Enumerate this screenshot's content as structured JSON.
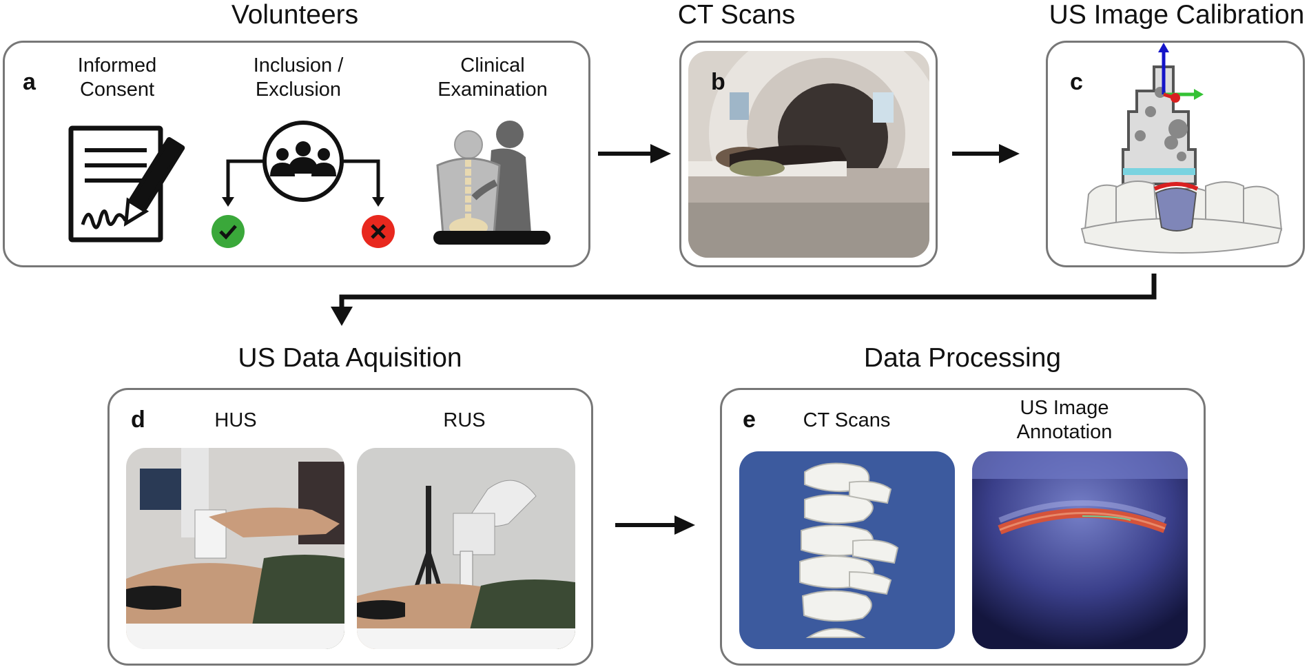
{
  "stages": {
    "volunteers": {
      "title": "Volunteers",
      "letter": "a",
      "items": [
        {
          "line1": "Informed",
          "line2": "Consent"
        },
        {
          "line1": "Inclusion /",
          "line2": "Exclusion"
        },
        {
          "line1": "Clinical",
          "line2": "Examination"
        }
      ]
    },
    "ct_scans": {
      "title": "CT Scans",
      "letter": "b"
    },
    "calibration": {
      "title": "US Image Calibration",
      "letter": "c"
    },
    "acquisition": {
      "title": "US Data Aquisition",
      "letter": "d",
      "sublabels": [
        "HUS",
        "RUS"
      ]
    },
    "processing": {
      "title": "Data Processing",
      "letter": "e",
      "sublabels": [
        "CT Scans",
        "US Image",
        "Annotation"
      ]
    }
  },
  "colors": {
    "border": "#777777",
    "check": "#3aa83a",
    "cross": "#e8281e",
    "ct_background": "#3c5a9e",
    "annotation": "#d5533a"
  },
  "icons": [
    "document-sign-icon",
    "group-icon",
    "check-icon",
    "cross-icon",
    "clinician-patient-icon",
    "arrow-icon"
  ]
}
